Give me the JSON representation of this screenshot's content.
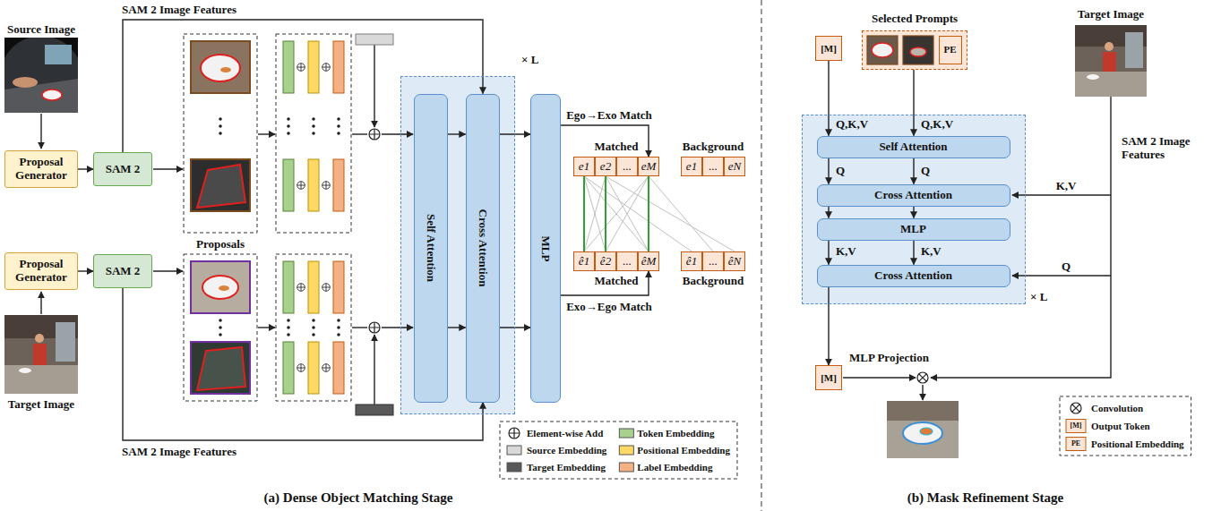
{
  "diagram": {
    "nodes": [
      {
        "text": [
          "Proposal Generator"
        ]
      },
      {
        "text": [
          "SAM 2"
        ]
      },
      {
        "text": [
          "Proposal Generator"
        ]
      },
      {
        "text": [
          "SAM 2"
        ]
      },
      {
        "text": [
          "× L"
        ]
      },
      {
        "text": [
          "Self Attention"
        ],
        "in": 4
      },
      {
        "text": [
          "Cross Attention"
        ],
        "in": 4
      },
      {
        "text": [
          "MLP"
        ]
      },
      {
        "text": [
          "e1"
        ]
      },
      {
        "text": [
          "e2"
        ]
      },
      {
        "text": [
          "..."
        ]
      },
      {
        "text": [
          "eM"
        ]
      },
      {
        "text": [
          "e1"
        ]
      },
      {
        "text": [
          "..."
        ]
      },
      {
        "text": [
          "eN"
        ]
      },
      {
        "text": [
          "ê1"
        ]
      },
      {
        "text": [
          "ê2"
        ]
      },
      {
        "text": [
          "..."
        ]
      },
      {
        "text": [
          "êM"
        ]
      },
      {
        "text": [
          "ê1"
        ]
      },
      {
        "text": [
          "..."
        ]
      },
      {
        "text": [
          "êN"
        ]
      },
      {
        "text": [
          "[M]"
        ]
      },
      {
        "text": [
          "Selected Prompts"
        ]
      },
      {
        "text": [
          "PE"
        ],
        "in": 23
      },
      {
        "text": [
          "× L"
        ]
      },
      {
        "text": [
          "Self Attention"
        ],
        "in": 25
      },
      {
        "text": [
          "Cross Attention"
        ],
        "in": 25
      },
      {
        "text": [
          "MLP"
        ],
        "in": 25
      },
      {
        "text": [
          "Cross Attention"
        ],
        "in": 25
      },
      {
        "text": [
          "[M]"
        ]
      }
    ],
    "edges": [
      {
        "from": 0,
        "to": 1,
        "arrow": "to"
      },
      {
        "from": 2,
        "to": 3,
        "arrow": "to"
      },
      {
        "from": 1,
        "to": 6,
        "label": "SAM 2 Image Features",
        "arrow": "to"
      },
      {
        "from": 3,
        "to": 6,
        "label": "SAM 2 Image Features",
        "arrow": "to"
      },
      {
        "from": 5,
        "to": 6,
        "arrow": "to"
      },
      {
        "from": 5,
        "to": 6,
        "arrow": "to"
      },
      {
        "from": 6,
        "to": 7,
        "arrow": "to"
      },
      {
        "from": 6,
        "to": 7,
        "arrow": "to"
      },
      {
        "from": 7,
        "to": 11,
        "label": "Ego→Exo Match",
        "arrow": "to"
      },
      {
        "from": 7,
        "to": 18,
        "label": "Exo→Ego Match",
        "arrow": "to"
      },
      {
        "from": 8,
        "to": 15,
        "arrow": "none"
      },
      {
        "from": 9,
        "to": 16,
        "arrow": "none"
      },
      {
        "from": 11,
        "to": 18,
        "arrow": "none"
      },
      {
        "from": 8,
        "to": 16,
        "arrow": "none"
      },
      {
        "from": 8,
        "to": 18,
        "arrow": "none"
      },
      {
        "from": 8,
        "to": 19,
        "arrow": "none"
      },
      {
        "from": 9,
        "to": 15,
        "arrow": "none"
      },
      {
        "from": 9,
        "to": 18,
        "arrow": "none"
      },
      {
        "from": 9,
        "to": 21,
        "arrow": "none"
      },
      {
        "from": 11,
        "to": 15,
        "arrow": "none"
      },
      {
        "from": 11,
        "to": 16,
        "arrow": "none"
      },
      {
        "from": 11,
        "to": 20,
        "arrow": "none"
      },
      {
        "from": 22,
        "to": 26,
        "label": "Q,K,V",
        "arrow": "to"
      },
      {
        "from": 23,
        "to": 26,
        "label": "Q,K,V",
        "arrow": "to"
      },
      {
        "from": 26,
        "to": 27,
        "label": "Q",
        "arrow": "to"
      },
      {
        "from": 26,
        "to": 27,
        "label": "Q",
        "arrow": "to"
      },
      {
        "from": 27,
        "to": 28,
        "arrow": "to"
      },
      {
        "from": 27,
        "to": 28,
        "arrow": "to"
      },
      {
        "from": 28,
        "to": 29,
        "label": "K,V",
        "arrow": "to"
      },
      {
        "from": 28,
        "to": 29,
        "label": "K,V",
        "arrow": "to"
      },
      {
        "from": 29,
        "to": 30,
        "arrow": "to"
      }
    ],
    "labels": [
      "Source Image",
      "Target Image",
      "Proposals",
      "Matched",
      "Background",
      "Matched",
      "Background",
      "(a) Dense Object Matching Stage",
      "Target Image",
      "K,V",
      "Q",
      "SAM 2 Image Features",
      "MLP Projection",
      "[M]",
      "PE",
      "(b) Mask Refinement Stage"
    ],
    "legend": [
      {
        "text": "Element-wise Add"
      },
      {
        "text": "Source Embedding",
        "color": "#d9d9d9"
      },
      {
        "text": "Target Embedding",
        "color": "#595959"
      },
      {
        "text": "Token Embedding",
        "color": "#a9d18e"
      },
      {
        "text": "Positional Embedding",
        "color": "#ffd966"
      },
      {
        "text": "Label Embedding",
        "color": "#f4b183"
      },
      {
        "text": "Convolution"
      },
      {
        "text": "Output Token",
        "color": "#fbe5d6"
      },
      {
        "text": "Positional Embedding",
        "color": "#fbe5d6"
      }
    ]
  }
}
